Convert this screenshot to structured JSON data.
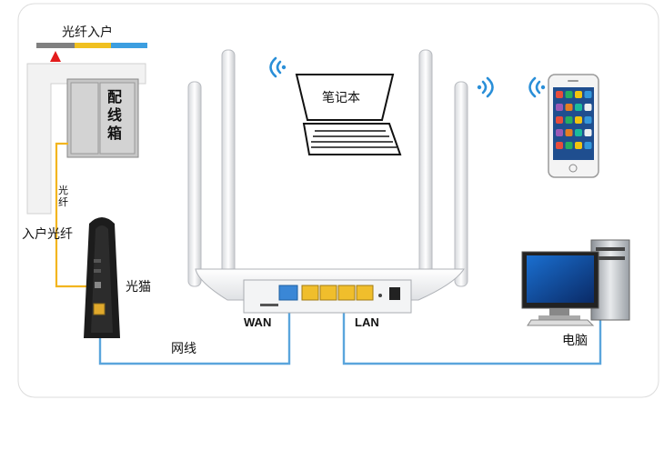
{
  "labels": {
    "fiber_in_top": "光纤入户",
    "distribution_box": "配线箱",
    "fiber_vertical": "光纤",
    "fiber_in_left": "入户光纤",
    "modem": "光猫",
    "network_cable": "网线",
    "wan": "WAN",
    "lan": "LAN",
    "laptop": "笔记本",
    "computer": "电脑"
  },
  "colors": {
    "fiber_line": "#f2b51f",
    "network_line": "#5aa5dc",
    "indicator": "#e31b1b",
    "bar_gray": "#808080",
    "bar_yellow": "#f0c020",
    "bar_blue": "#3c9ee0"
  },
  "icons": [
    "wifi-icon",
    "router-icon",
    "modem-icon",
    "laptop-icon",
    "smartphone-icon",
    "desktop-computer-icon"
  ]
}
